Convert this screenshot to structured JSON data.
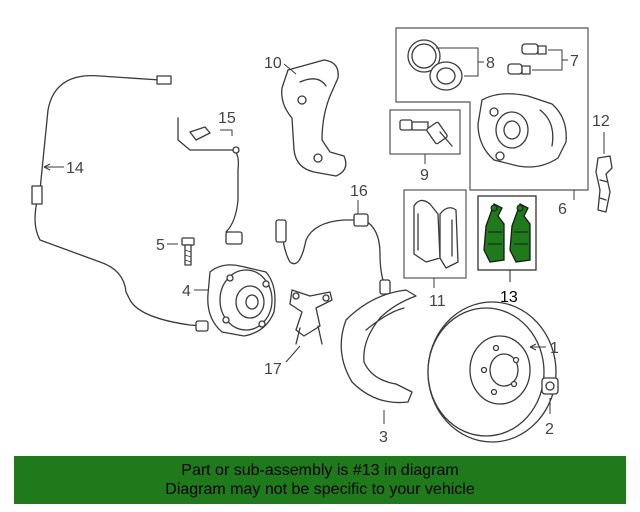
{
  "callouts": {
    "c1": "1",
    "c2": "2",
    "c3": "3",
    "c4": "4",
    "c5": "5",
    "c6": "6",
    "c7": "7",
    "c8": "8",
    "c9": "9",
    "c10": "10",
    "c11": "11",
    "c12": "12",
    "c13": "13",
    "c14": "14",
    "c15": "15",
    "c16": "16",
    "c17": "17"
  },
  "highlight": {
    "part_number": "13",
    "color": "#1e7a1b"
  },
  "banner": {
    "line1": "Part or sub-assembly is #13 in diagram",
    "line2": "Diagram may not be specific to your vehicle",
    "background": "#1e7a1b"
  }
}
